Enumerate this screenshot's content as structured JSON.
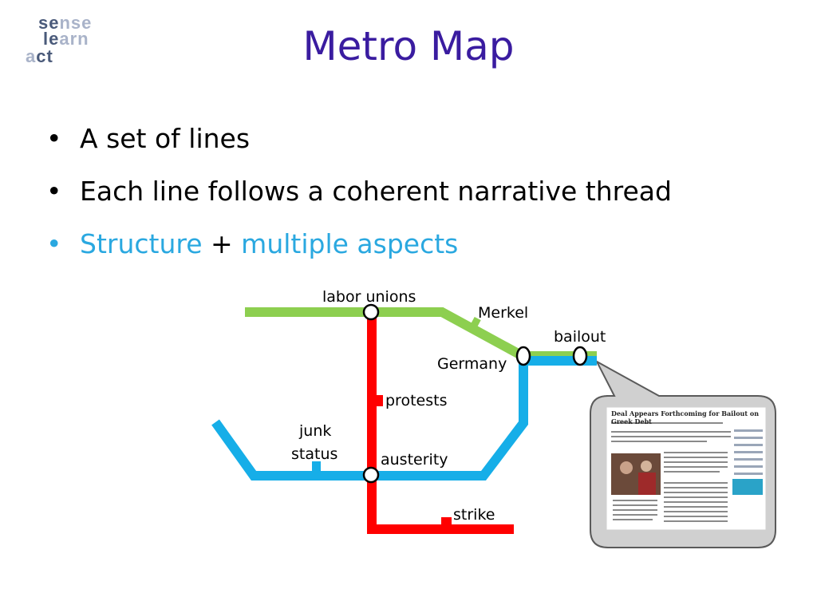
{
  "logo": {
    "line1_dark": "se",
    "line1_light": "nse",
    "line2_dark": "le",
    "line2_light": "arn",
    "line3_light": "a",
    "line3_dark": "ct"
  },
  "title": "Metro Map",
  "bullets": {
    "b1": "A set of lines",
    "b2": "Each line follows a coherent narrative thread",
    "b3_part1": "Structure",
    "b3_plus": "+",
    "b3_part2": "multiple aspects",
    "dot": "•"
  },
  "map": {
    "lines": {
      "green": "#8dcf50",
      "red": "#ff0000",
      "blue": "#16aee8"
    },
    "labels": {
      "labor_unions": "labor unions",
      "merkel": "Merkel",
      "bailout": "bailout",
      "germany": "Germany",
      "protests": "protests",
      "junk": "junk",
      "status": "status",
      "austerity": "austerity",
      "strike": "strike"
    }
  },
  "article": {
    "headline": "Deal Appears Forthcoming for Bailout on Greek Debt"
  }
}
